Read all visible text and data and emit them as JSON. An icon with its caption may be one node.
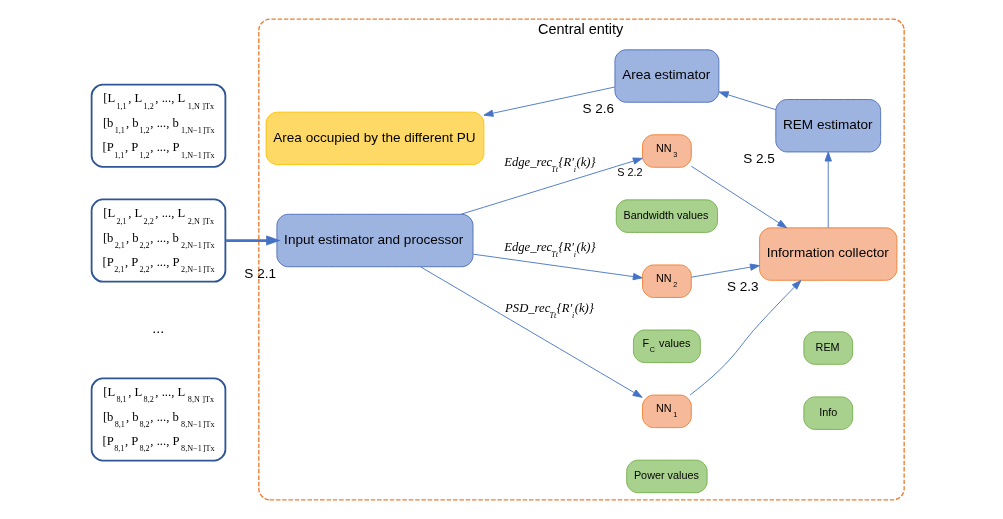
{
  "diagram": {
    "nodes": [
      {
        "text": [
          "Central entity"
        ]
      },
      {
        "text": [
          "[L$_{1,1}$, L$_{1,2}$, ..., L$_{1,N}$]$_{Tx}$",
          "[b$_{1,1}$, b$_{1,2}$, ..., b$_{1,N−1}$]$_{Tx}$",
          "[P$_{1,1}$, P$_{1,2}$, ..., P$_{1,N−1}$]$_{Tx}$"
        ]
      },
      {
        "text": [
          "[L$_{2,1}$, L$_{2,2}$, ..., L$_{2,N}$]$_{Tx}$",
          "[b$_{2,1}$, b$_{2,2}$, ..., b$_{2,N−1}$]$_{Tx}$",
          "[P$_{2,1}$, P$_{2,2}$, ..., P$_{2,N−1}$]$_{Tx}$"
        ]
      },
      {
        "text": [
          "[L$_{8,1}$, L$_{8,2}$, ..., L$_{8,N}$]$_{Tx}$",
          "[b$_{8,1}$, b$_{8,2}$, ..., b$_{8,N−1}$]$_{Tx}$",
          "[P$_{8,1}$, P$_{8,2}$, ..., P$_{8,N−1}$]$_{Tx}$"
        ]
      },
      {
        "text": [
          "Input estimator and processor"
        ],
        "beside": [
          "S 2.1"
        ],
        "in": 0
      },
      {
        "text": [
          "NN$_{1}$"
        ],
        "in": 0
      },
      {
        "text": [
          "NN$_{2}$"
        ],
        "in": 0
      },
      {
        "text": [
          "NN$_{3}$"
        ],
        "beside": [
          "S 2.2"
        ],
        "in": 0
      },
      {
        "text": [
          "Power values"
        ],
        "in": 0
      },
      {
        "text": [
          "F$_{C}$ values"
        ],
        "in": 0
      },
      {
        "text": [
          "Bandwidth values"
        ],
        "in": 0
      },
      {
        "text": [
          "Information collector"
        ],
        "beside": [
          "S 2.3"
        ],
        "in": 0
      },
      {
        "text": [
          "Info"
        ],
        "in": 0
      },
      {
        "text": [
          "REM estimator"
        ],
        "beside": [
          "S 2.5"
        ],
        "in": 0
      },
      {
        "text": [
          "REM"
        ],
        "in": 0
      },
      {
        "text": [
          "Area estimator"
        ],
        "beside": [
          "S 2.6"
        ],
        "in": 0
      },
      {
        "text": [
          "Area occupied by the different PU"
        ],
        "in": 0
      }
    ],
    "edges": [
      {
        "from": 2,
        "to": 4,
        "arrow": "to",
        "style": "thick"
      },
      {
        "from": 4,
        "to": 5,
        "arrow": "to",
        "label": "PSD_rec$_{Tt}${R′$_{i}$(k)}"
      },
      {
        "from": 4,
        "to": 6,
        "arrow": "to",
        "label": "Edge_rec$_{Tt}${R′$_{i}$(k)}"
      },
      {
        "from": 4,
        "to": 7,
        "arrow": "to",
        "label": "Edge_rec$_{Tt}${R′$_{i}$(k)}"
      },
      {
        "from": 5,
        "to": 11,
        "arrow": "to"
      },
      {
        "from": 6,
        "to": 11,
        "arrow": "to"
      },
      {
        "from": 7,
        "to": 11,
        "arrow": "to"
      },
      {
        "from": 11,
        "to": 13,
        "arrow": "to"
      },
      {
        "from": 13,
        "to": 15,
        "arrow": "to"
      },
      {
        "from": 15,
        "to": 16,
        "arrow": "to"
      }
    ],
    "labels": [
      "..."
    ]
  }
}
